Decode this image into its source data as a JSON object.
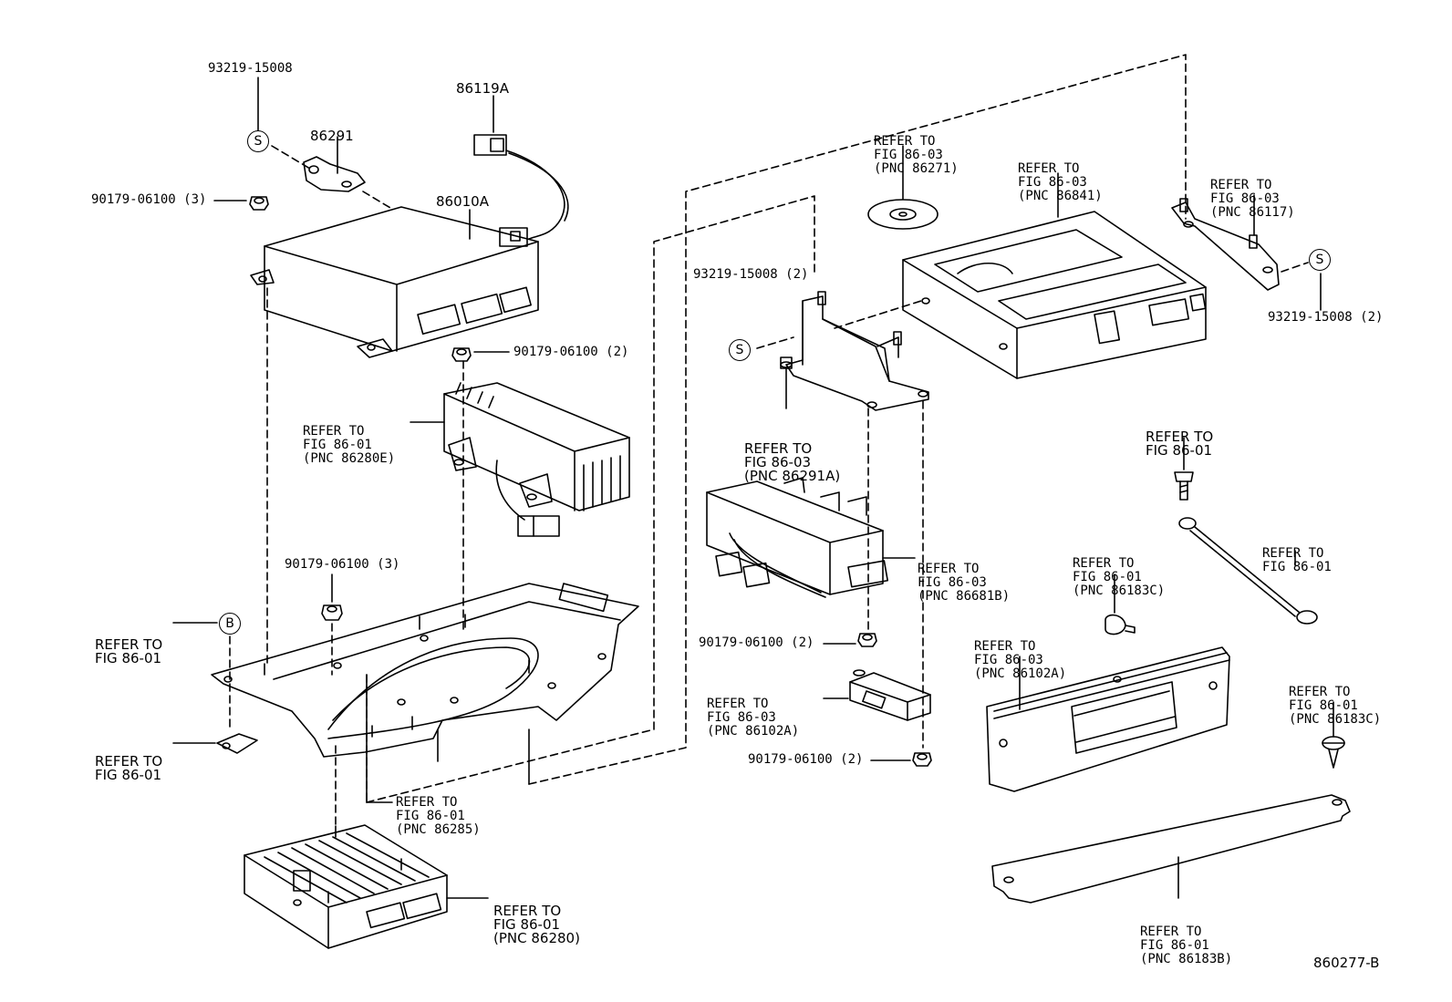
{
  "labels": {
    "p93219_top": "93219-15008",
    "p86119A": "86119A",
    "p86291": "86291",
    "p90179_3_top": "90179-06100 (3)",
    "p86010A": "86010A",
    "p90179_2_mid": "90179-06100 (2)",
    "ref_86280E": [
      "REFER TO",
      "FIG 86-01",
      "(PNC 86280E)"
    ],
    "p90179_3_low": "90179-06100 (3)",
    "ref_b": [
      "REFER TO",
      "FIG 86-01"
    ],
    "ref_clip": [
      "REFER TO",
      "FIG 86-01"
    ],
    "ref_86285": [
      "REFER TO",
      "FIG 86-01",
      "(PNC 86285)"
    ],
    "ref_86280": [
      "REFER TO",
      "FIG 86-01",
      "(PNC 86280)"
    ],
    "ref_86271": [
      "REFER TO",
      "FIG 86-03",
      "(PNC 86271)"
    ],
    "ref_86841": [
      "REFER TO",
      "FIG 86-03",
      "(PNC 86841)"
    ],
    "ref_86117": [
      "REFER TO",
      "FIG 86-03",
      "(PNC 86117)"
    ],
    "p93219_2_left": "93219-15008 (2)",
    "p93219_2_right": "93219-15008 (2)",
    "ref_86291A": [
      "REFER TO",
      "FIG 86-03",
      "(PNC 86291A)"
    ],
    "ref_bolt": [
      "REFER TO",
      "FIG 86-01"
    ],
    "ref_86681B": [
      "REFER TO",
      "FIG 86-03",
      "(PNC 86681B)"
    ],
    "ref_86183C_mid": [
      "REFER TO",
      "FIG 86-01",
      "(PNC 86183C)"
    ],
    "ref_wire": [
      "REFER TO",
      "FIG 86-01"
    ],
    "p90179_2_a": "90179-06100 (2)",
    "ref_86102A_a": [
      "REFER TO",
      "FIG 86-03",
      "(PNC 86102A)"
    ],
    "ref_86102A_b": [
      "REFER TO",
      "FIG 86-03",
      "(PNC 86102A)"
    ],
    "p90179_2_b": "90179-06100 (2)",
    "ref_86183C_right": [
      "REFER TO",
      "FIG 86-01",
      "(PNC 86183C)"
    ],
    "ref_86183B": [
      "REFER TO",
      "FIG 86-01",
      "(PNC 86183B)"
    ],
    "diagram_id": "860277-B"
  },
  "markers": {
    "s": "S",
    "b": "B"
  },
  "colors": {
    "ink": "#000000",
    "paper": "#ffffff"
  }
}
